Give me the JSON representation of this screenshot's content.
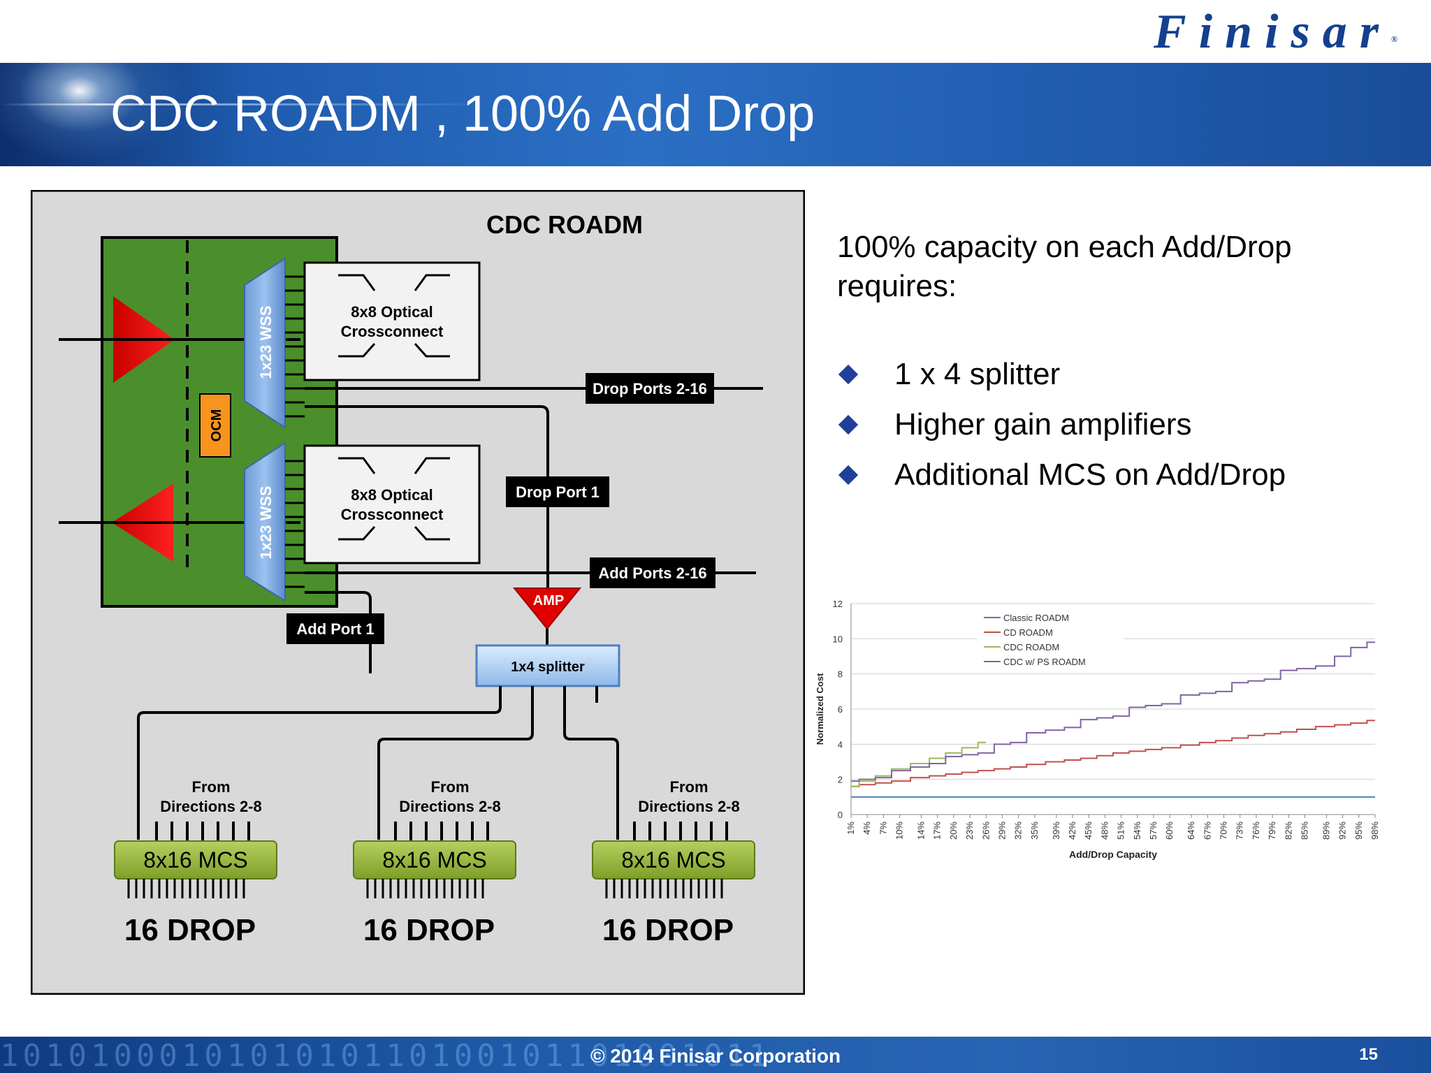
{
  "header": {
    "logo_text": "Finisar",
    "logo_mark": "®",
    "title": "CDC ROADM , 100% Add Drop"
  },
  "diagram": {
    "title": "CDC ROADM",
    "wss_label": "1x23 WSS",
    "ocm_label": "OCM",
    "crossconnect_label_line1": "8x8 Optical",
    "crossconnect_label_line2": "Crossconnect",
    "drop_ports_label": "Drop Ports 2-16",
    "drop_port1_label": "Drop Port 1",
    "add_ports_label": "Add Ports 2-16",
    "add_port1_label": "Add Port 1",
    "amp_label": "AMP",
    "splitter_label": "1x4 splitter",
    "from_line1": "From",
    "from_line2": "Directions 2-8",
    "mcs_label": "8x16 MCS",
    "drop_label": "16 DROP"
  },
  "panel": {
    "heading": "100% capacity on each Add/Drop requires:",
    "bullets": [
      "1 x 4 splitter",
      "Higher gain amplifiers",
      "Additional MCS on Add/Drop"
    ]
  },
  "chart_data": {
    "type": "line",
    "xlabel": "Add/Drop Capacity",
    "ylabel": "Normalized Cost",
    "ylim": [
      0,
      12
    ],
    "yticks": [
      0,
      2,
      4,
      6,
      8,
      10,
      12
    ],
    "x_tick_labels": [
      "1%",
      "4%",
      "7%",
      "10%",
      "14%",
      "17%",
      "20%",
      "23%",
      "26%",
      "29%",
      "32%",
      "35%",
      "39%",
      "42%",
      "45%",
      "48%",
      "51%",
      "54%",
      "57%",
      "60%",
      "64%",
      "67%",
      "70%",
      "73%",
      "76%",
      "79%",
      "82%",
      "85%",
      "89%",
      "92%",
      "95%",
      "98%"
    ],
    "legend_position": "top",
    "series": [
      {
        "name": "Classic ROADM",
        "color": "#4f81bd",
        "x": [
          1,
          98
        ],
        "y": [
          1.0,
          1.0
        ]
      },
      {
        "name": "CD ROADM",
        "color": "#c0504d",
        "x": [
          1,
          4,
          7,
          10,
          14,
          17,
          20,
          23,
          26,
          29,
          32,
          35,
          39,
          42,
          45,
          48,
          51,
          54,
          57,
          60,
          64,
          67,
          70,
          73,
          76,
          79,
          82,
          85,
          89,
          92,
          95,
          98
        ],
        "y": [
          1.6,
          1.7,
          1.8,
          1.9,
          2.1,
          2.2,
          2.3,
          2.4,
          2.5,
          2.6,
          2.7,
          2.85,
          3.0,
          3.1,
          3.2,
          3.35,
          3.5,
          3.6,
          3.7,
          3.8,
          3.95,
          4.1,
          4.2,
          4.35,
          4.5,
          4.6,
          4.7,
          4.85,
          5.0,
          5.1,
          5.2,
          5.35
        ]
      },
      {
        "name": "CDC ROADM",
        "color": "#9bbb59",
        "x": [
          1,
          4,
          7,
          10,
          14,
          17,
          20,
          23,
          26
        ],
        "y": [
          1.6,
          1.9,
          2.2,
          2.6,
          2.9,
          3.2,
          3.5,
          3.8,
          4.1
        ]
      },
      {
        "name": "CDC w/ PS ROADM",
        "color": "#8064a2",
        "x": [
          1,
          4,
          7,
          10,
          14,
          17,
          20,
          23,
          26,
          29,
          32,
          35,
          39,
          42,
          45,
          48,
          51,
          54,
          57,
          60,
          64,
          67,
          70,
          73,
          76,
          79,
          82,
          85,
          89,
          92,
          95,
          98
        ],
        "y": [
          1.9,
          2.0,
          2.1,
          2.5,
          2.7,
          2.9,
          3.3,
          3.4,
          3.5,
          4.0,
          4.1,
          4.65,
          4.8,
          4.95,
          5.4,
          5.5,
          5.6,
          6.1,
          6.2,
          6.3,
          6.8,
          6.9,
          7.0,
          7.5,
          7.6,
          7.7,
          8.2,
          8.3,
          8.45,
          9.0,
          9.5,
          9.8
        ]
      }
    ]
  }
}
